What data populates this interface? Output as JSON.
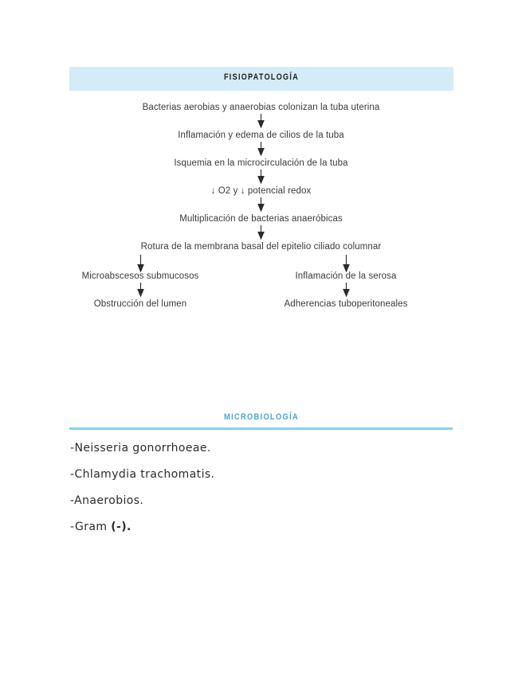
{
  "document": {
    "sections": [
      {
        "id": "fisiopatologia",
        "title": "FISIOPATOLOGÍA",
        "banner_color": "#d4ecf8"
      },
      {
        "id": "microbiologia",
        "title": "MICROBIOLOGÍA",
        "title_color": "#4ba6d6",
        "rule_color": "#82d4f2"
      }
    ]
  },
  "flowchart": {
    "steps": [
      "Bacterias aerobias y anaerobias colonizan la tuba uterina",
      "Inflamación y edema de cilios de la tuba",
      "Isquemia en la microcirculación de la tuba",
      "↓ O2 y ↓ potencial redox",
      "Multiplicación de bacterias anaeróbicas",
      "Rotura de la membrana basal del epitelio ciliado columnar"
    ],
    "branches": {
      "left": [
        "Microabscesos submucosos",
        "Obstrucción del lumen"
      ],
      "right": [
        "Inflamación de la serosa",
        "Adherencias tuboperitoneales"
      ]
    },
    "arrow_icon": "down-arrow-icon"
  },
  "microbiology": {
    "items": [
      {
        "text": "-Neisseria gonorrhoeae."
      },
      {
        "text": "-Chlamydia trachomatis."
      },
      {
        "text": "-Anaerobios."
      },
      {
        "text": "-Gram ",
        "bold_suffix": "(-)."
      }
    ]
  }
}
